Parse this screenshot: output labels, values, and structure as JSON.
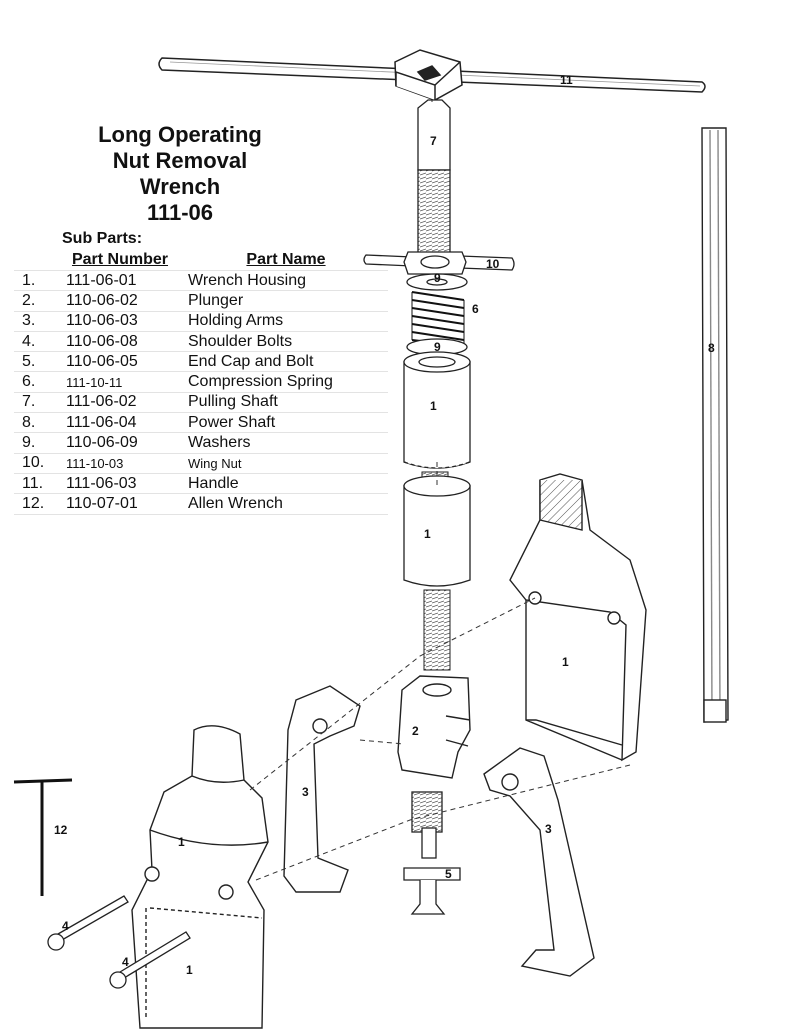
{
  "title": {
    "line1": "Long Operating",
    "line2": "Nut Removal",
    "line3": "Wrench",
    "line4": "111-06"
  },
  "subparts_label": "Sub Parts:",
  "table": {
    "headers": [
      "Part Number",
      "Part Name"
    ],
    "rows": [
      {
        "n": "1.",
        "pn": "111-06-01",
        "name": "Wrench Housing"
      },
      {
        "n": "2.",
        "pn": "110-06-02",
        "name": "Plunger"
      },
      {
        "n": "3.",
        "pn": "110-06-03",
        "name": "Holding Arms"
      },
      {
        "n": "4.",
        "pn": "110-06-08",
        "name": "Shoulder Bolts"
      },
      {
        "n": "5.",
        "pn": "110-06-05",
        "name": "End Cap and Bolt"
      },
      {
        "n": "6.",
        "pn": "111-10-11",
        "name": "Compression Spring"
      },
      {
        "n": "7.",
        "pn": "111-06-02",
        "name": "Pulling Shaft"
      },
      {
        "n": "8.",
        "pn": "111-06-04",
        "name": "Power Shaft"
      },
      {
        "n": "9.",
        "pn": "110-06-09",
        "name": "Washers"
      },
      {
        "n": "10.",
        "pn": "111-10-03",
        "name": "Wing Nut"
      },
      {
        "n": "11.",
        "pn": "111-06-03",
        "name": "Handle"
      },
      {
        "n": "12.",
        "pn": "110-07-01",
        "name": "Allen Wrench"
      }
    ]
  },
  "callouts": {
    "c11": "11",
    "c7": "7",
    "c10": "10",
    "c9a": "9",
    "c6": "6",
    "c9b": "9",
    "c8": "8",
    "c1a": "1",
    "c1b": "1",
    "c1c": "1",
    "c1d": "1",
    "c1e": "1",
    "c2": "2",
    "c3a": "3",
    "c3b": "3",
    "c5": "5",
    "c4a": "4",
    "c4b": "4",
    "c12": "12"
  }
}
